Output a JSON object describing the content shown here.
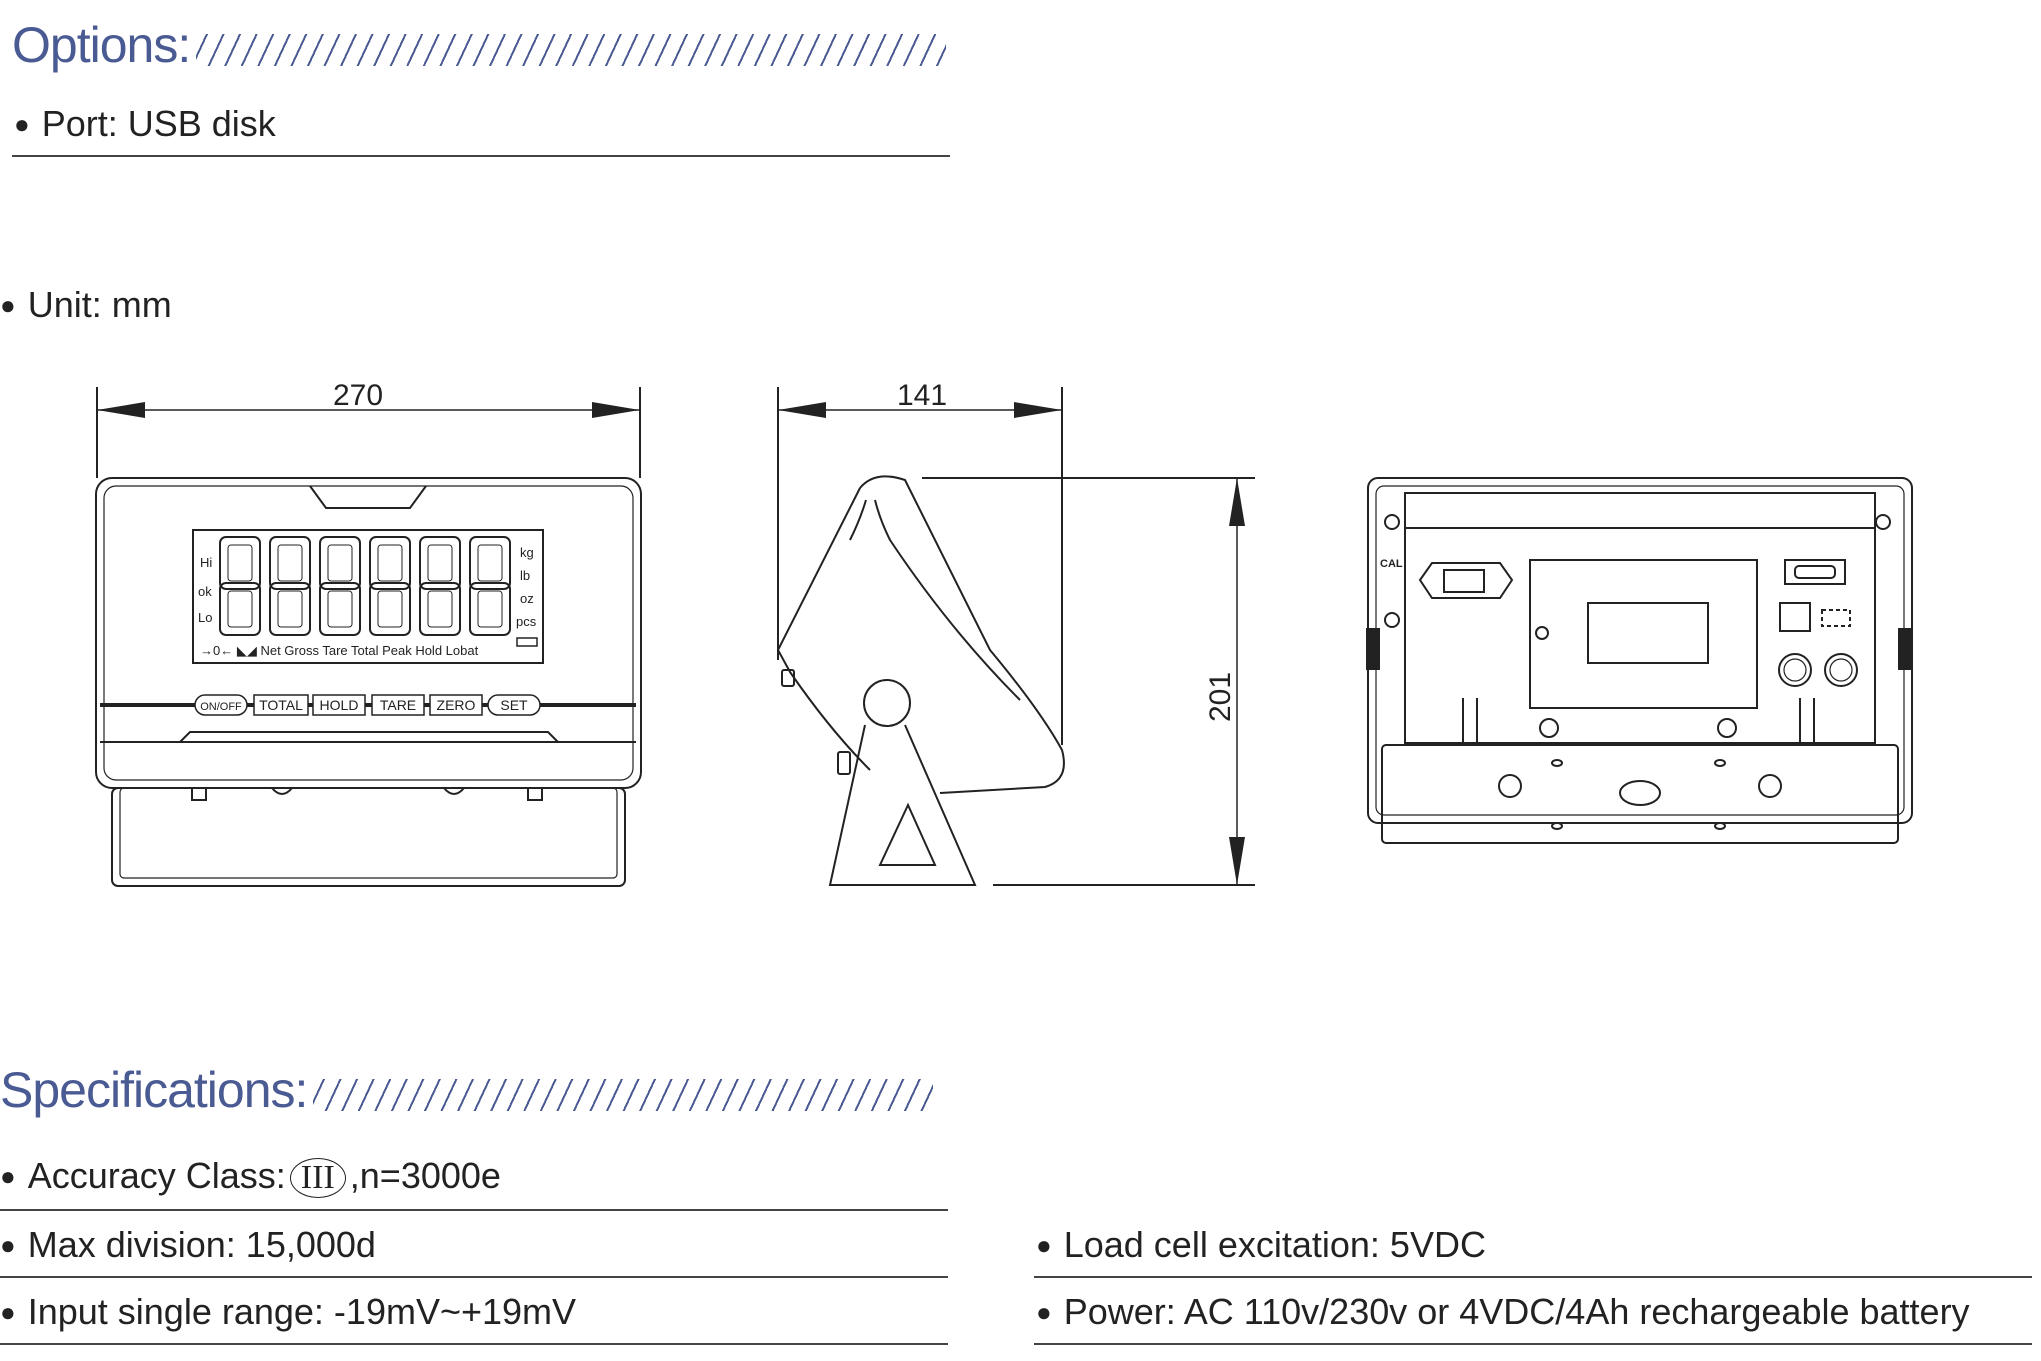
{
  "options": {
    "heading": "Options:",
    "port_label": "Port: USB disk"
  },
  "unit_label": "Unit: mm",
  "drawings": {
    "width_dim": "270",
    "depth_dim": "141",
    "height_dim": "201",
    "display": {
      "left_indicators": [
        "Hi",
        "ok",
        "Lo"
      ],
      "unit_indicators": [
        "kg",
        "lb",
        "oz",
        "pcs"
      ],
      "status_row": "→0←  ◣◢  Net  Gross  Tare  Total  Peak  Hold  Lobat",
      "buttons": [
        "ON/OFF",
        "TOTAL",
        "HOLD",
        "TARE",
        "ZERO",
        "SET"
      ]
    },
    "rear_label": "CAL"
  },
  "specifications": {
    "heading": "Specifications:",
    "accuracy_prefix": "Accuracy Class:",
    "accuracy_class": "III",
    "accuracy_suffix": ",n=3000e",
    "max_division": "Max division: 15,000d",
    "input_range": "Input single range: -19mV~+19mV",
    "load_cell": "Load cell excitation: 5VDC",
    "power": "Power: AC 110v/230v or 4VDC/4Ah rechargeable battery"
  },
  "colors": {
    "heading": "#4a5a92",
    "text": "#222222",
    "line": "#444444"
  }
}
